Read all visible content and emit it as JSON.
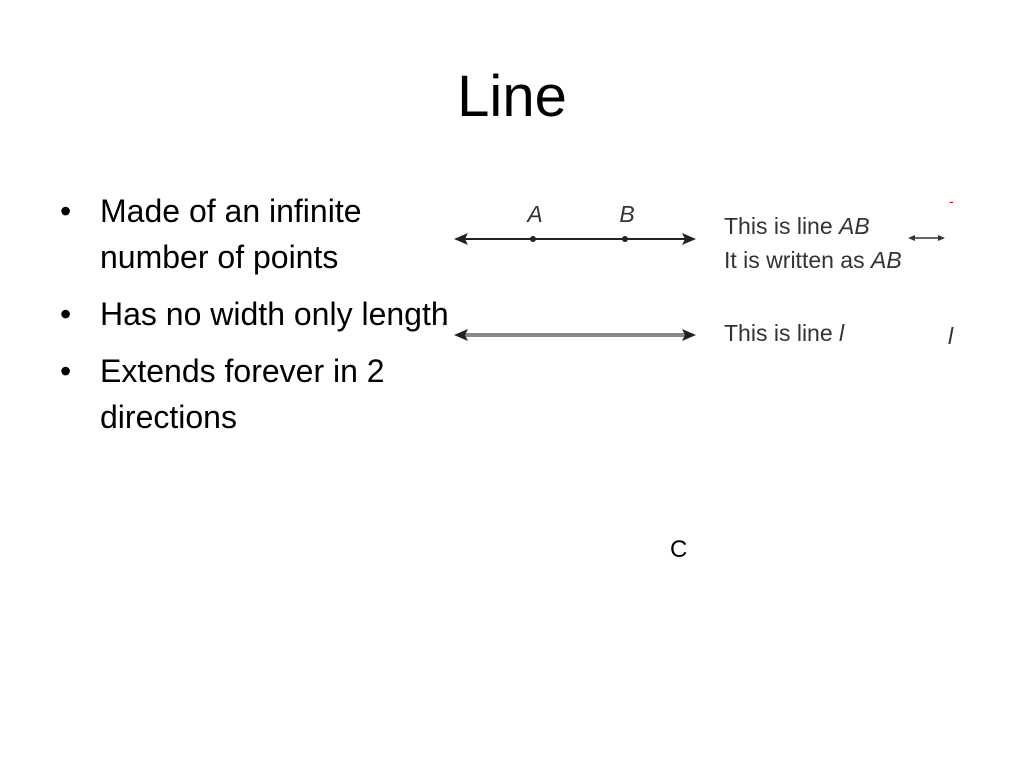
{
  "slide": {
    "title": "Line",
    "bullets": [
      {
        "marker": "•",
        "text": "Made of an infinite number of points"
      },
      {
        "marker": "•",
        "text": "Has no width only length"
      },
      {
        "marker": "•",
        "text": "Extends forever in 2 directions"
      }
    ]
  },
  "diagram": {
    "point_a_label": "A",
    "point_b_label": "B",
    "line_ab_caption": "This is line ",
    "line_ab_name": "AB",
    "written_as_caption": "It is written as ",
    "written_as_name": "AB",
    "line_l_caption": "This is line ",
    "line_l_name": "l",
    "line_l_side_label": "l",
    "stray_mark": "-",
    "stray_tick": "'"
  },
  "footer_letter": "C"
}
